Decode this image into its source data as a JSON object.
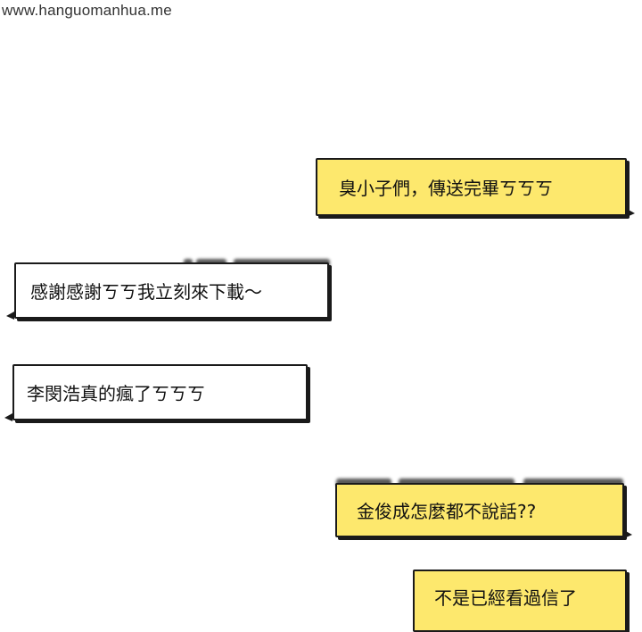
{
  "watermark": "www.hanguomanhua.me",
  "colors": {
    "outgoing_bubble": "#fde86d",
    "incoming_bubble": "#ffffff",
    "border": "#1a1a1a"
  },
  "messages": [
    {
      "side": "right",
      "text": "臭小子們，傳送完畢ㄎㄎㄎ"
    },
    {
      "side": "left",
      "text": "感謝感謝ㄎㄎ我立刻來下載～"
    },
    {
      "side": "left",
      "text": "李閔浩真的瘋了ㄎㄎㄎ"
    },
    {
      "side": "right",
      "text": "金俊成怎麼都不說話??"
    },
    {
      "side": "right",
      "text": "不是已經看過信了"
    }
  ]
}
